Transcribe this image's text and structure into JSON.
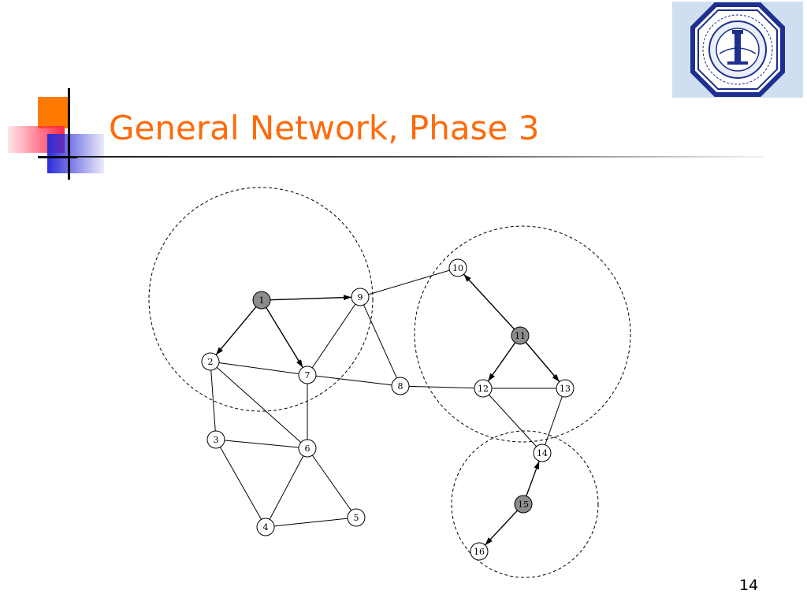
{
  "slide": {
    "title": "General Network, Phase 3",
    "page_number": "14"
  },
  "logo": {
    "name": "university-seal"
  },
  "colors": {
    "title": "#ff6a0a",
    "head_node_fill": "#8c8c8c",
    "node_fill": "#ffffff"
  },
  "network": {
    "nodes": [
      {
        "id": "1",
        "label": "1",
        "head": true
      },
      {
        "id": "2",
        "label": "2",
        "head": false
      },
      {
        "id": "3",
        "label": "3",
        "head": false
      },
      {
        "id": "4",
        "label": "4",
        "head": false
      },
      {
        "id": "5",
        "label": "5",
        "head": false
      },
      {
        "id": "6",
        "label": "6",
        "head": false
      },
      {
        "id": "7",
        "label": "7",
        "head": false
      },
      {
        "id": "8",
        "label": "8",
        "head": false
      },
      {
        "id": "9",
        "label": "9",
        "head": false
      },
      {
        "id": "10",
        "label": "10",
        "head": false
      },
      {
        "id": "11",
        "label": "11",
        "head": true
      },
      {
        "id": "12",
        "label": "12",
        "head": false
      },
      {
        "id": "13",
        "label": "13",
        "head": false
      },
      {
        "id": "14",
        "label": "14",
        "head": false
      },
      {
        "id": "15",
        "label": "15",
        "head": true
      },
      {
        "id": "16",
        "label": "16",
        "head": false
      }
    ],
    "directed_edges": [
      [
        "1",
        "9"
      ],
      [
        "1",
        "2"
      ],
      [
        "1",
        "7"
      ],
      [
        "11",
        "10"
      ],
      [
        "11",
        "12"
      ],
      [
        "11",
        "13"
      ],
      [
        "15",
        "14"
      ],
      [
        "15",
        "16"
      ]
    ],
    "undirected_edges": [
      [
        "9",
        "10"
      ],
      [
        "9",
        "7"
      ],
      [
        "9",
        "8"
      ],
      [
        "2",
        "7"
      ],
      [
        "2",
        "3"
      ],
      [
        "2",
        "6"
      ],
      [
        "7",
        "8"
      ],
      [
        "7",
        "6"
      ],
      [
        "8",
        "12"
      ],
      [
        "3",
        "6"
      ],
      [
        "3",
        "4"
      ],
      [
        "6",
        "4"
      ],
      [
        "6",
        "5"
      ],
      [
        "4",
        "5"
      ],
      [
        "12",
        "13"
      ],
      [
        "12",
        "14"
      ],
      [
        "13",
        "14"
      ]
    ],
    "clusters": [
      {
        "head": "1"
      },
      {
        "head": "11"
      },
      {
        "head": "15"
      }
    ]
  }
}
